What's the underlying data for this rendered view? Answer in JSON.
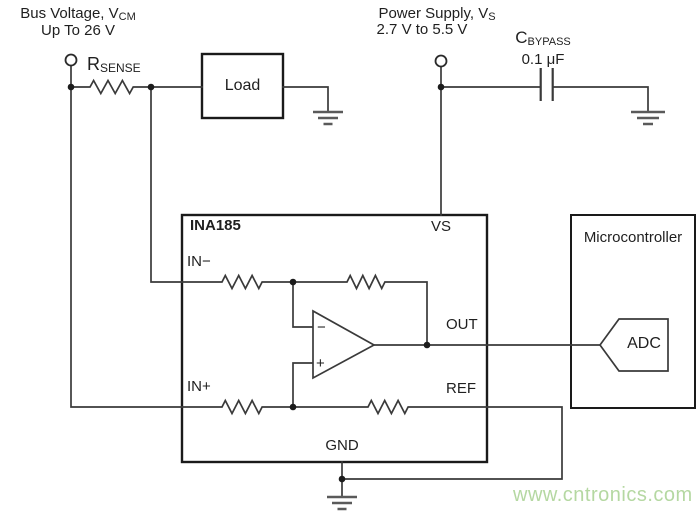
{
  "sources": {
    "bus": {
      "line1_main": "Bus Voltage, V",
      "line1_sub": "CM",
      "line2": "Up To 26 V"
    },
    "power": {
      "line1_main": "Power Supply, V",
      "line1_sub": "S",
      "line2": "2.7 V to 5.5 V"
    }
  },
  "components": {
    "rsense": {
      "main": "R",
      "sub": "SENSE"
    },
    "cbypass": {
      "main": "C",
      "sub": "BYPASS",
      "value": "0.1 μF"
    },
    "load": "Load",
    "chip": "INA185",
    "microcontroller": "Microcontroller",
    "adc": "ADC"
  },
  "pins": {
    "vs": "VS",
    "in_minus": "IN−",
    "out": "OUT",
    "in_plus": "IN+",
    "ref": "REF",
    "gnd": "GND"
  },
  "opamp": {
    "minus_input": "−",
    "plus_input": "+"
  },
  "watermark": "www.cntronics.com",
  "colors": {
    "wire": "#3a3a3a",
    "ground": "#5a5a5a",
    "text": "#1f1f1f",
    "watermark": "#b5d8a2",
    "background": "#ffffff"
  }
}
